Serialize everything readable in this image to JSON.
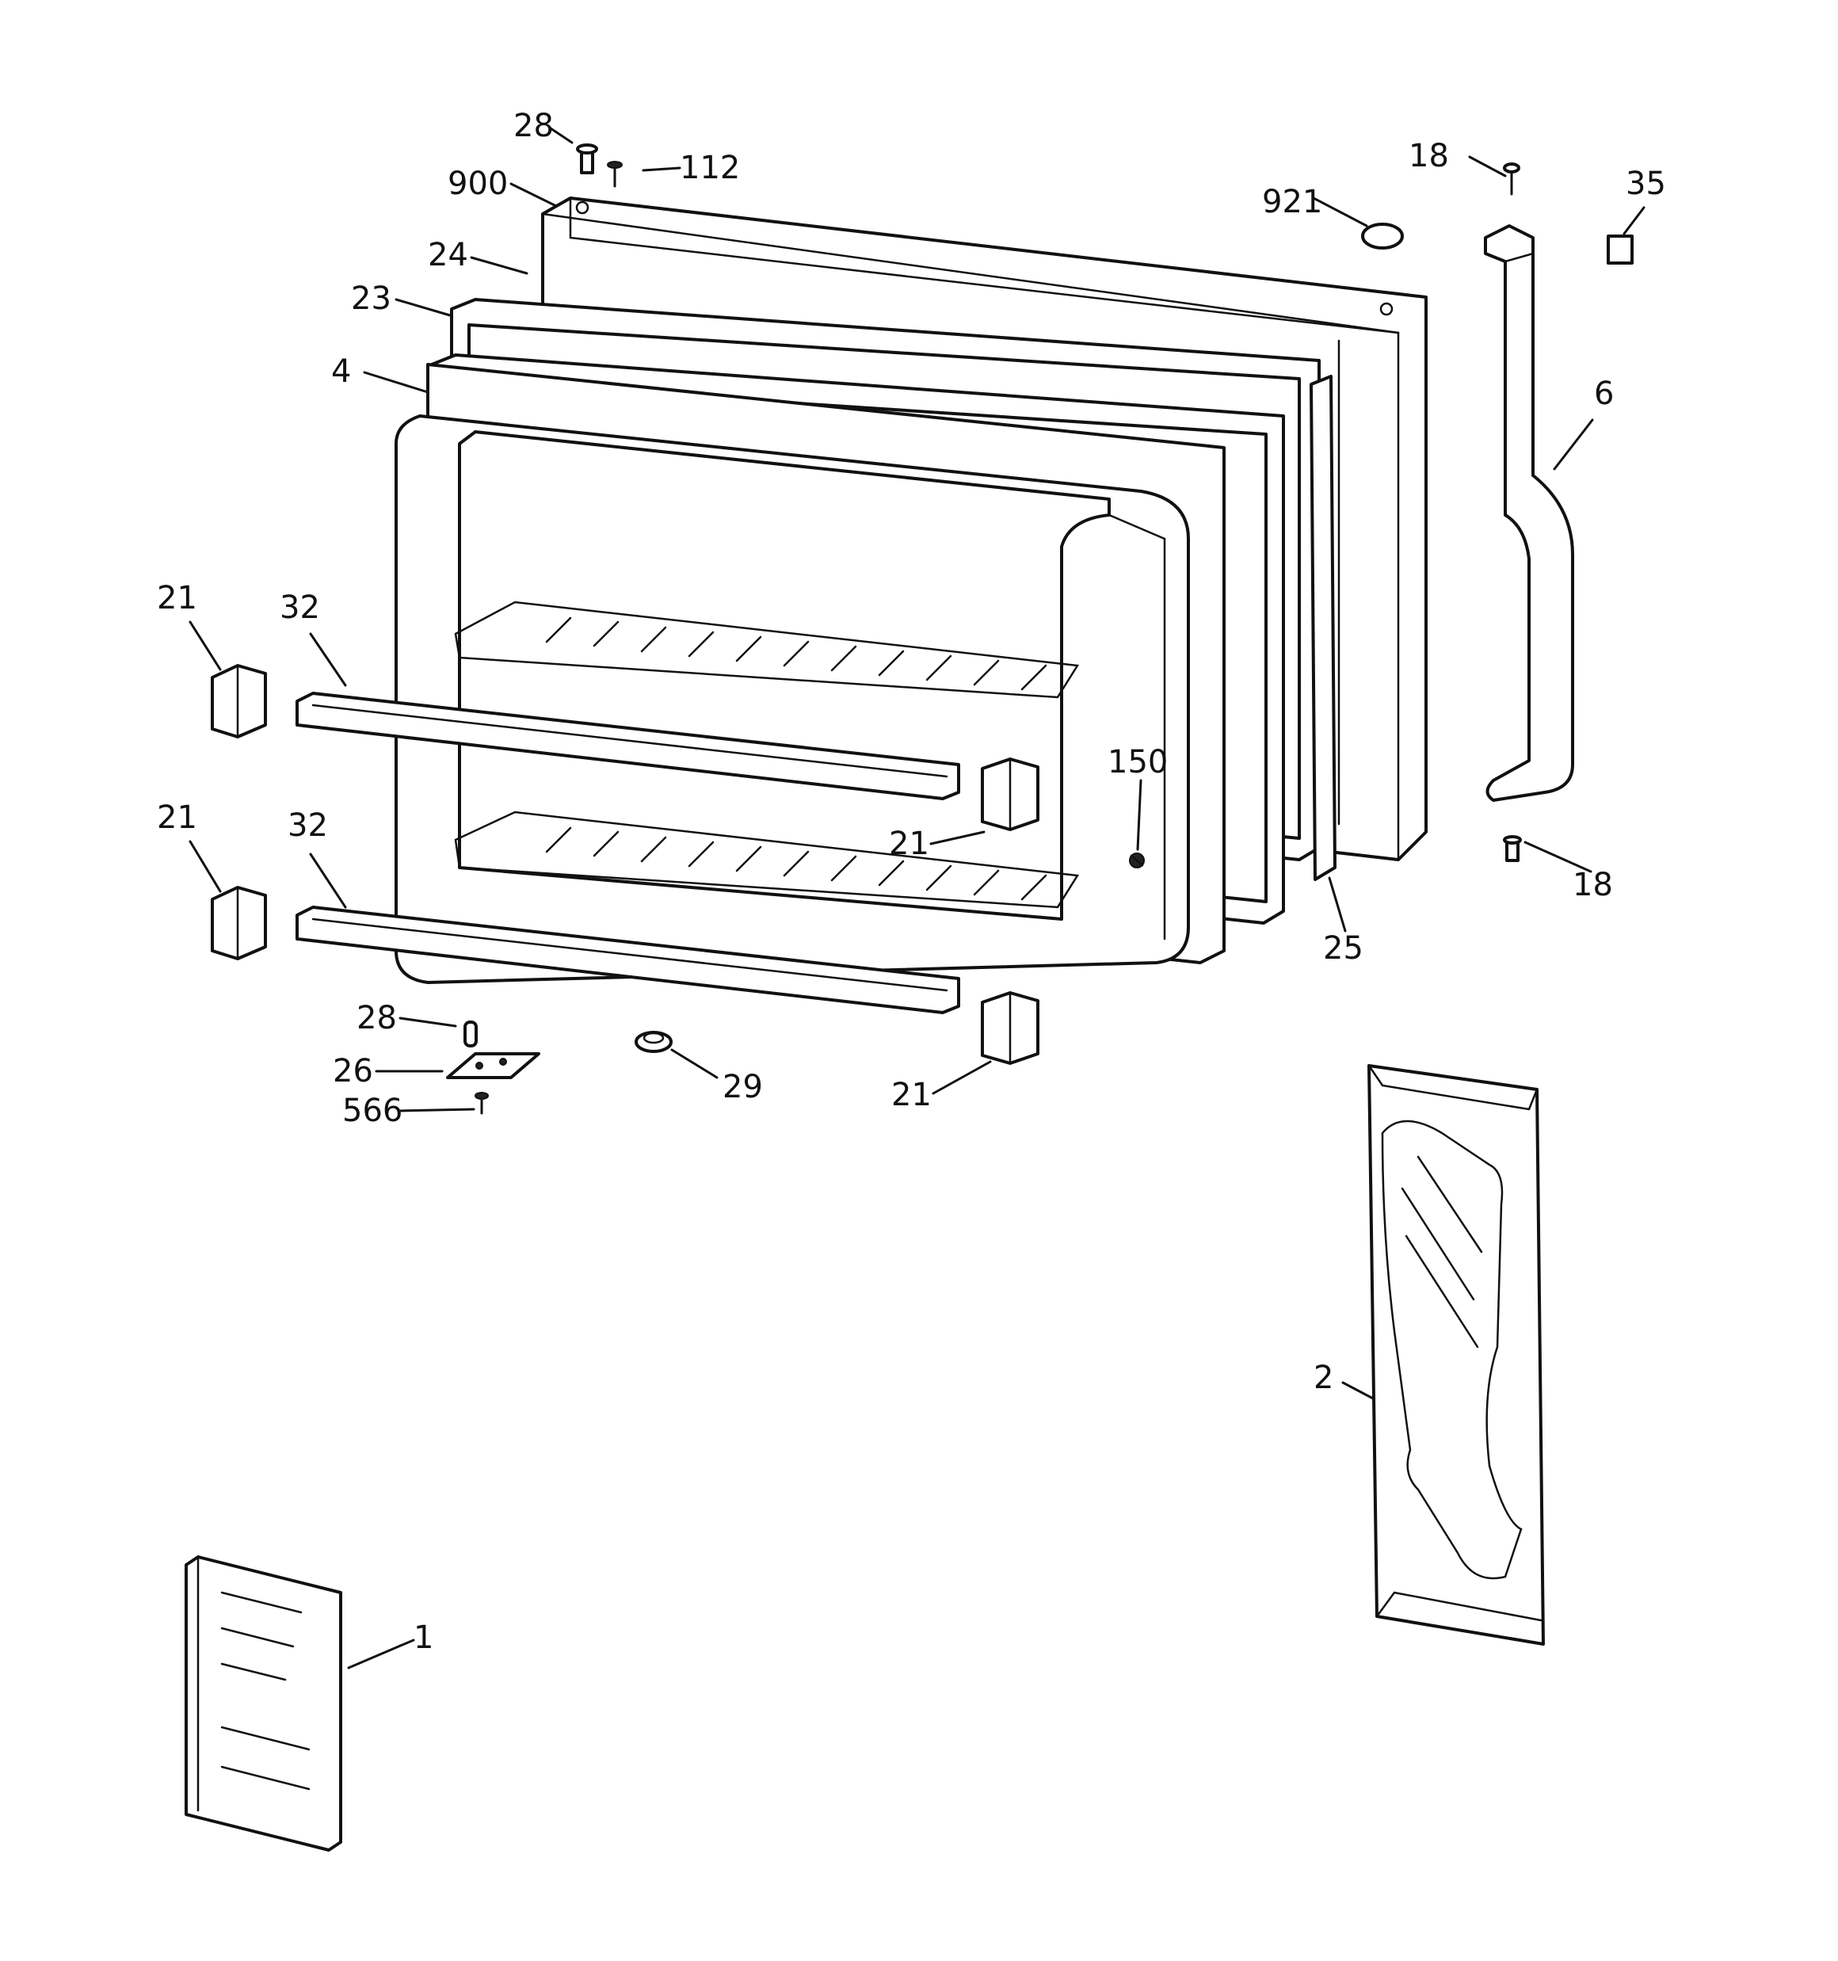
{
  "callouts": {
    "p28_top": "28",
    "p112": "112",
    "p900": "900",
    "p24": "24",
    "p23": "23",
    "p4": "4",
    "p921": "921",
    "p18_top": "18",
    "p35": "35",
    "p6": "6",
    "p21_a": "21",
    "p32_a": "32",
    "p21_b": "21",
    "p32_b": "32",
    "p150": "150",
    "p21_c": "21",
    "p18_bottom": "18",
    "p25": "25",
    "p28_bottom": "28",
    "p26": "26",
    "p566": "566",
    "p29": "29",
    "p21_d": "21",
    "p2": "2",
    "p1": "1"
  },
  "colors": {
    "line": "#111111",
    "background": "#ffffff"
  }
}
